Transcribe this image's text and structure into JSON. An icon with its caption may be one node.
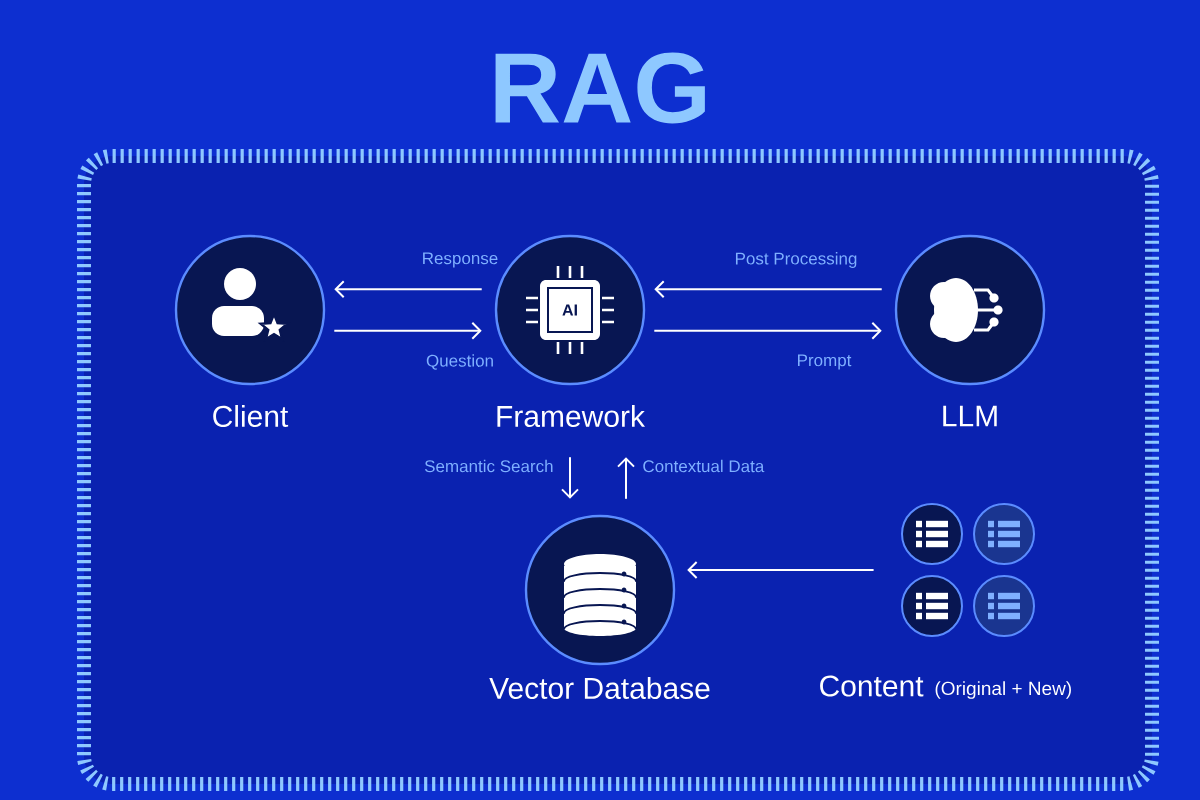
{
  "diagram": {
    "title": "RAG",
    "nodes": [
      {
        "text": [
          "Client"
        ]
      },
      {
        "text": [
          "AI",
          "Framework"
        ]
      },
      {
        "text": [
          "LLM"
        ]
      },
      {
        "text": [
          "Vector Database"
        ]
      },
      {
        "text": [
          "Content",
          "(Original + New)"
        ]
      }
    ],
    "edges": [
      {
        "from": 1,
        "to": 0,
        "arrow": "to",
        "label": "Response"
      },
      {
        "from": 0,
        "to": 1,
        "arrow": "to",
        "label": "Question"
      },
      {
        "from": 2,
        "to": 1,
        "arrow": "to",
        "label": "Post Processing"
      },
      {
        "from": 1,
        "to": 2,
        "arrow": "to",
        "label": "Prompt"
      },
      {
        "from": 1,
        "to": 3,
        "arrow": "to",
        "label": "Semantic Search"
      },
      {
        "from": 3,
        "to": 1,
        "arrow": "to",
        "label": "Contextual Data"
      },
      {
        "from": 4,
        "to": 3,
        "arrow": "to"
      }
    ]
  }
}
